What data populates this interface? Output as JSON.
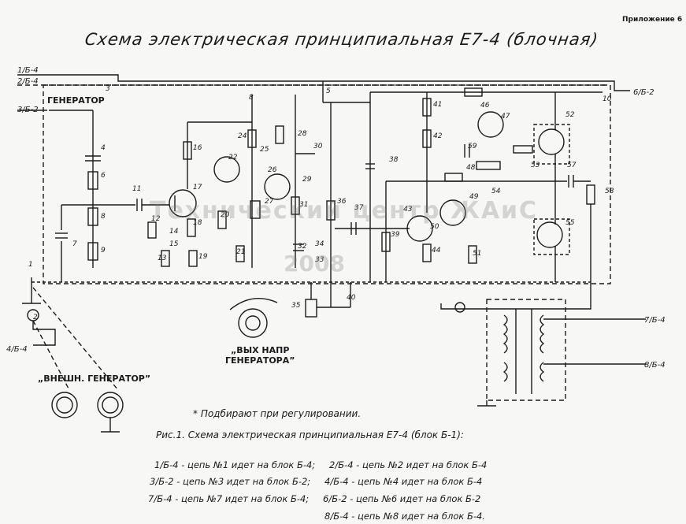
{
  "header": {
    "appendix": "Приложение 6",
    "title": "Схема электрическая принципиальная Е7-4 (блочная)"
  },
  "blocks": {
    "generator": "ГЕНЕРАТОР",
    "output_control": "„ВЫХ НАПР\nГЕНЕРАТОРА”",
    "external_generator": "„ВНЕШН. ГЕНЕРАТОР”"
  },
  "watermark": {
    "line1": "Технический центр ЖАиС",
    "line2": "2008"
  },
  "terminals_left": [
    "1/Б-4",
    "2/Б-4",
    "3/Б-2",
    "4/Б-4"
  ],
  "terminals_right": [
    "6/Б-2",
    "7/Б-4",
    "8/Б-4"
  ],
  "note": "* Подбирают при регулировании.",
  "caption": "Рис.1. Схема электрическая принципиальная  Е7-4 (блок Б-1):",
  "legend": [
    "1/Б-4 - цепь №1 идет на блок Б-4;",
    "2/Б-4 - цепь №2 идет на блок Б-4",
    "3/Б-2 - цепь №3 идет на блок Б-2;",
    "4/Б-4 - цепь №4 идет на блок Б-4",
    "7/Б-4 - цепь №7 идет на блок Б-4;",
    "6/Б-2 - цепь №6 идет на блок Б-2",
    "8/Б-4 - цепь №8 идет на блок Б-4."
  ],
  "components": [
    "1",
    "2",
    "3",
    "4",
    "5",
    "6",
    "7",
    "8",
    "9",
    "10",
    "11",
    "12",
    "13",
    "14",
    "15",
    "16",
    "17",
    "18",
    "19",
    "20",
    "21",
    "22",
    "24",
    "25",
    "26",
    "27",
    "28",
    "29",
    "30",
    "31",
    "32",
    "33",
    "34",
    "35",
    "36",
    "37",
    "38",
    "39",
    "40",
    "41",
    "42",
    "43",
    "44",
    "46",
    "47",
    "48",
    "49",
    "50",
    "51",
    "52",
    "53",
    "54",
    "55",
    "57",
    "58",
    "59"
  ],
  "colors": {
    "ink": "#1a1a1a",
    "paper": "#f7f7f5",
    "watermark": "#787878"
  }
}
